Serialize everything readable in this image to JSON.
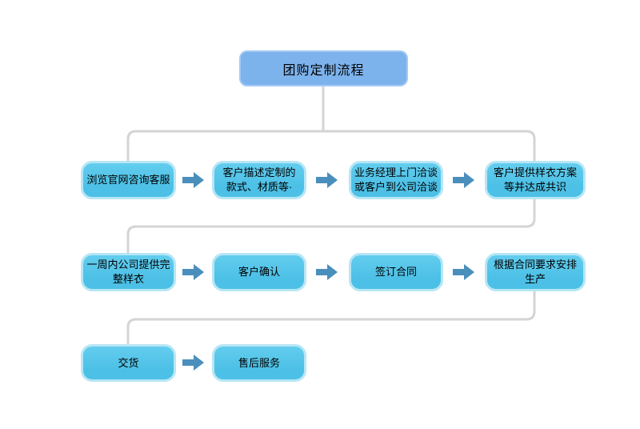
{
  "flow": {
    "title": "团购定制流程",
    "rows": [
      {
        "steps": [
          "浏览官网咨询客服",
          "客户描述定制的\n款式、材质等·",
          "业务经理上门洽谈\n或客户到公司洽谈",
          "客户提供样衣方案\n等并达成共识"
        ]
      },
      {
        "steps": [
          "一周内公司提供完\n整样衣",
          "客户确认",
          "签订合同",
          "根据合同要求安排\n生产"
        ]
      },
      {
        "steps": [
          "交货",
          "售后服务"
        ]
      }
    ]
  },
  "colors": {
    "box_fill": "#4cc0e6",
    "box_fill_light": "#63cdee",
    "box_border": "#b7e6f5",
    "title_fill": "#7db3ec",
    "title_border": "#a3c9f3",
    "arrow": "#4a8fbc",
    "connector": "#d4d4d4",
    "text": "#000000",
    "background": "#ffffff"
  }
}
